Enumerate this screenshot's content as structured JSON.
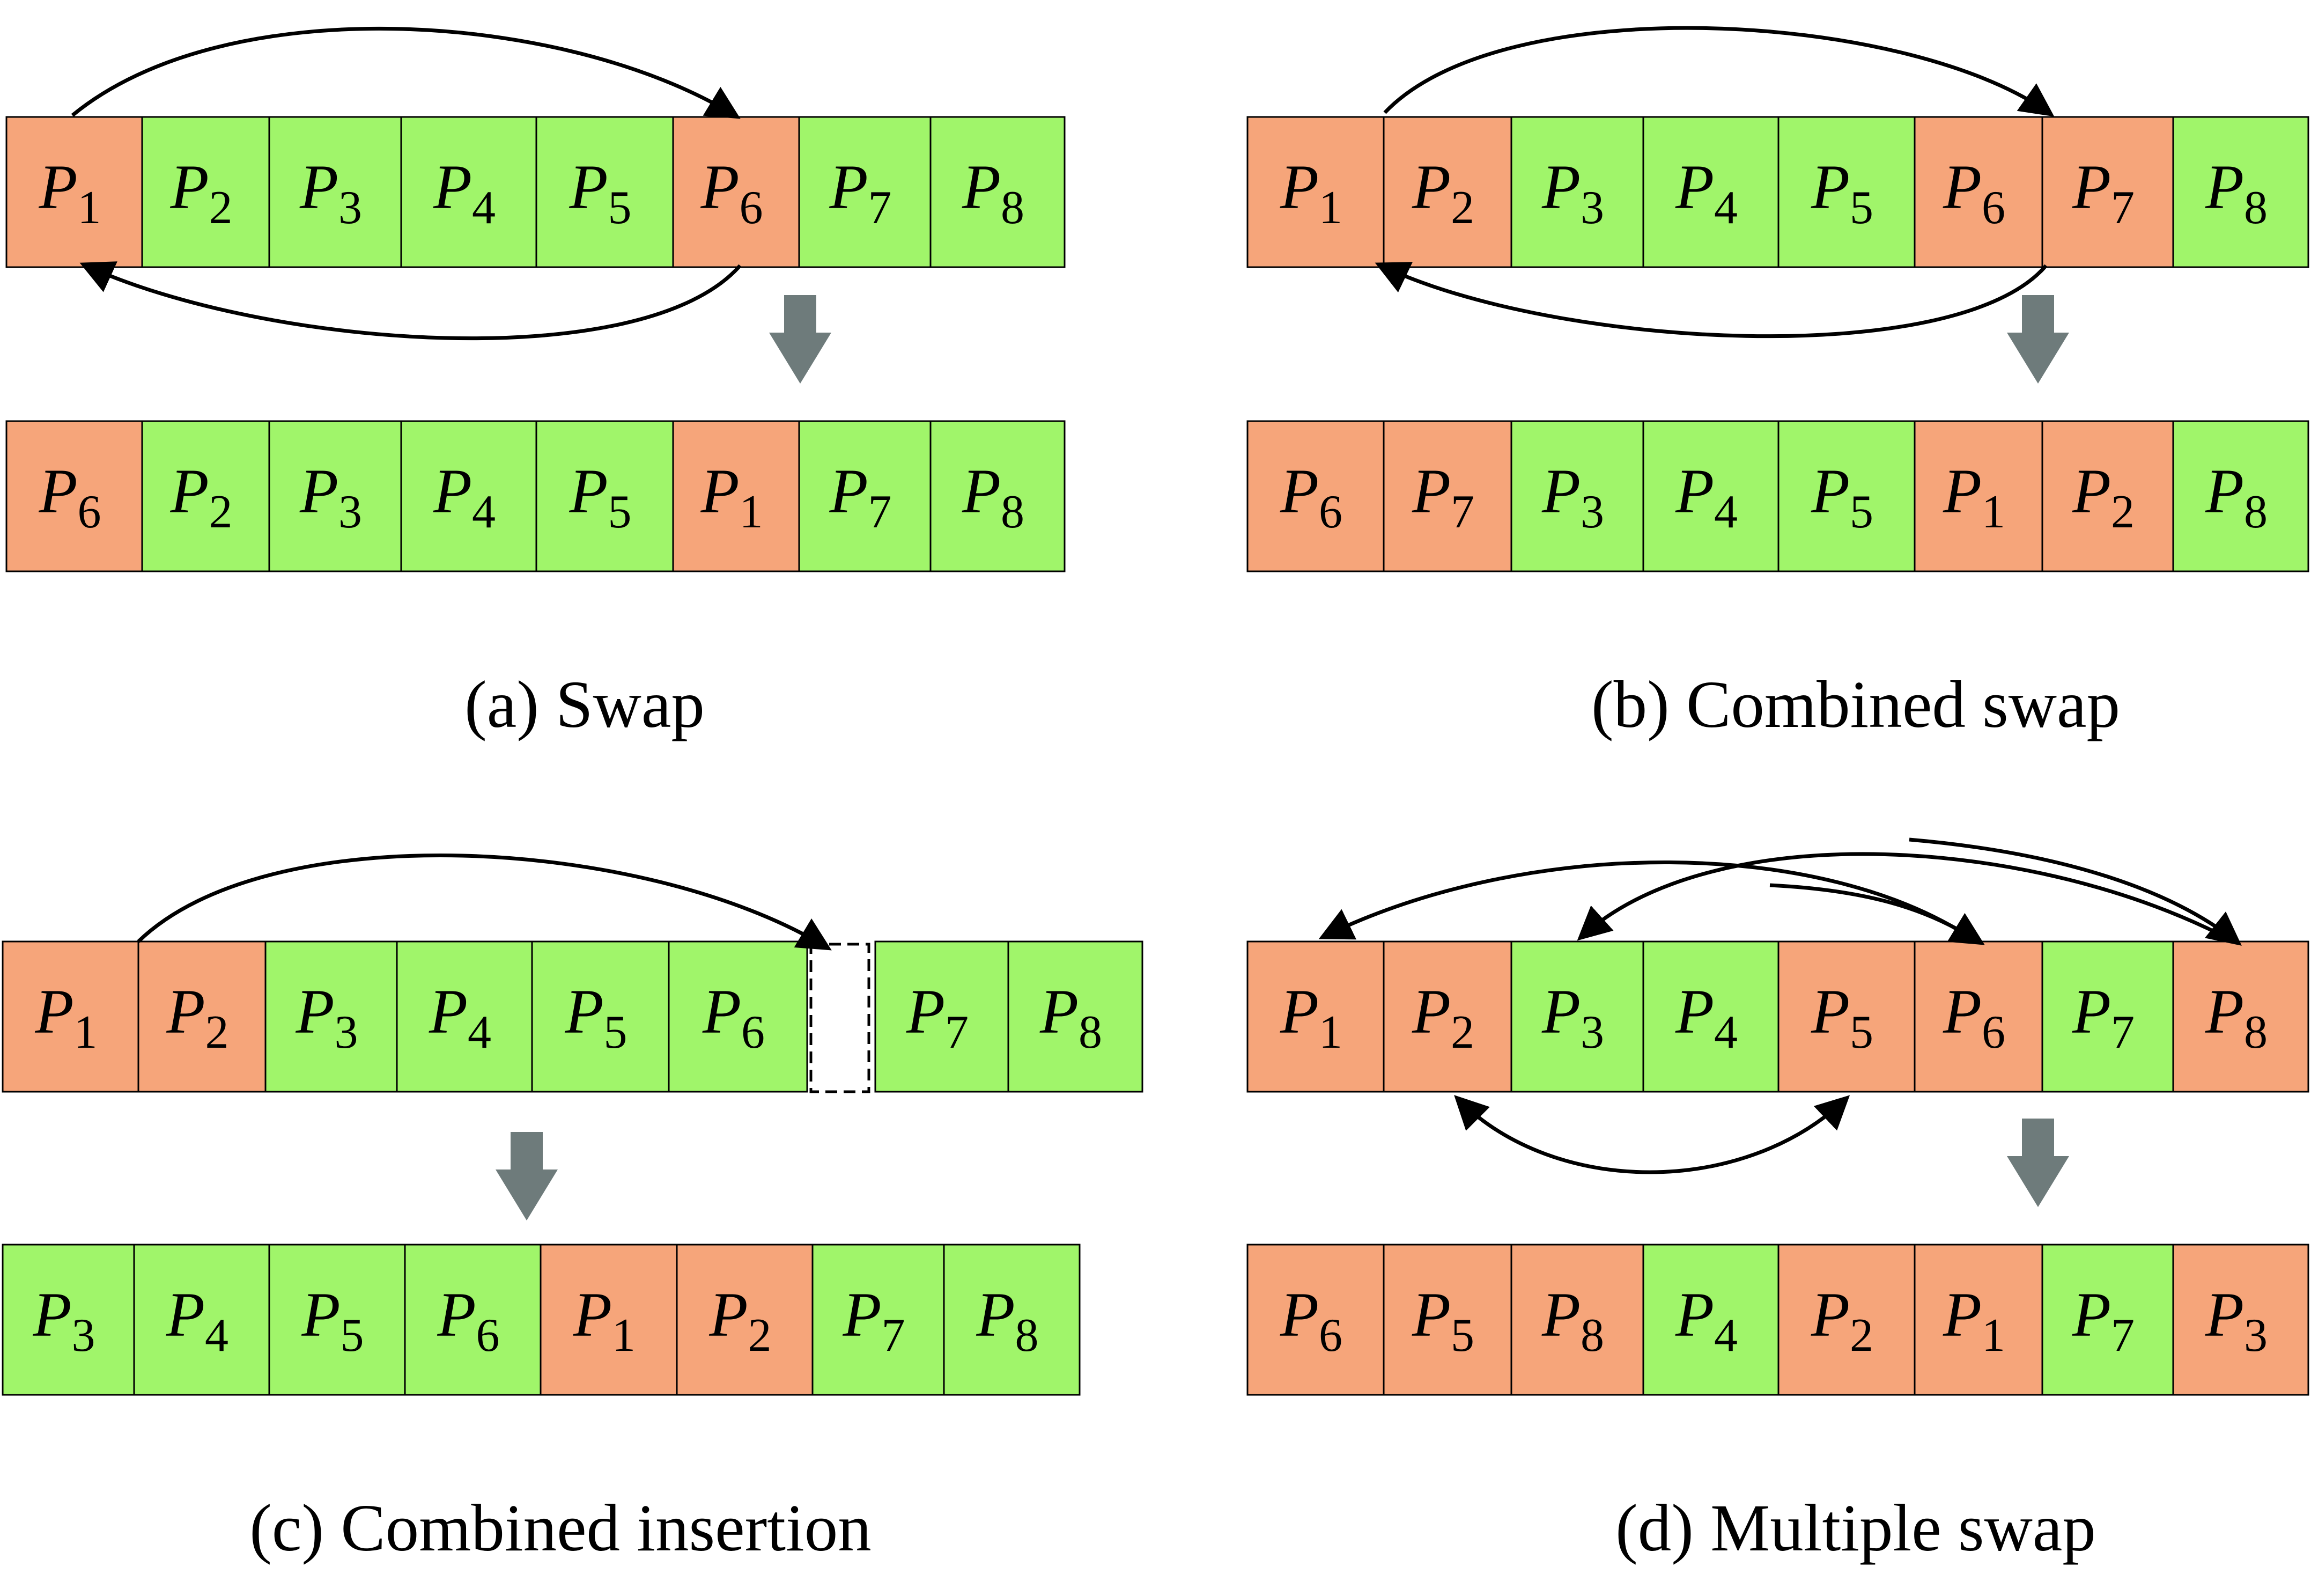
{
  "colors": {
    "highlight": "#F6A57A",
    "normal": "#A0F56A",
    "border": "#000000",
    "down_arrow": "#6E7B7B",
    "slot": "#ffffff"
  },
  "panels": [
    {
      "id": "a",
      "caption": "(a) Swap",
      "top_row": [
        {
          "label": "P",
          "sub": "1",
          "hl": true
        },
        {
          "label": "P",
          "sub": "2",
          "hl": false
        },
        {
          "label": "P",
          "sub": "3",
          "hl": false
        },
        {
          "label": "P",
          "sub": "4",
          "hl": false
        },
        {
          "label": "P",
          "sub": "5",
          "hl": false
        },
        {
          "label": "P",
          "sub": "6",
          "hl": true
        },
        {
          "label": "P",
          "sub": "7",
          "hl": false
        },
        {
          "label": "P",
          "sub": "8",
          "hl": false
        }
      ],
      "bottom_row": [
        {
          "label": "P",
          "sub": "6",
          "hl": true
        },
        {
          "label": "P",
          "sub": "2",
          "hl": false
        },
        {
          "label": "P",
          "sub": "3",
          "hl": false
        },
        {
          "label": "P",
          "sub": "4",
          "hl": false
        },
        {
          "label": "P",
          "sub": "5",
          "hl": false
        },
        {
          "label": "P",
          "sub": "1",
          "hl": true
        },
        {
          "label": "P",
          "sub": "7",
          "hl": false
        },
        {
          "label": "P",
          "sub": "8",
          "hl": false
        }
      ]
    },
    {
      "id": "b",
      "caption": "(b)  Combined swap",
      "top_row": [
        {
          "label": "P",
          "sub": "1",
          "hl": true
        },
        {
          "label": "P",
          "sub": "2",
          "hl": true
        },
        {
          "label": "P",
          "sub": "3",
          "hl": false
        },
        {
          "label": "P",
          "sub": "4",
          "hl": false
        },
        {
          "label": "P",
          "sub": "5",
          "hl": false
        },
        {
          "label": "P",
          "sub": "6",
          "hl": true
        },
        {
          "label": "P",
          "sub": "7",
          "hl": true
        },
        {
          "label": "P",
          "sub": "8",
          "hl": false
        }
      ],
      "bottom_row": [
        {
          "label": "P",
          "sub": "6",
          "hl": true
        },
        {
          "label": "P",
          "sub": "7",
          "hl": true
        },
        {
          "label": "P",
          "sub": "3",
          "hl": false
        },
        {
          "label": "P",
          "sub": "4",
          "hl": false
        },
        {
          "label": "P",
          "sub": "5",
          "hl": false
        },
        {
          "label": "P",
          "sub": "1",
          "hl": true
        },
        {
          "label": "P",
          "sub": "2",
          "hl": true
        },
        {
          "label": "P",
          "sub": "8",
          "hl": false
        }
      ]
    },
    {
      "id": "c",
      "caption": "(c)  Combined insertion",
      "top_row": [
        {
          "label": "P",
          "sub": "1",
          "hl": true
        },
        {
          "label": "P",
          "sub": "2",
          "hl": true
        },
        {
          "label": "P",
          "sub": "3",
          "hl": false
        },
        {
          "label": "P",
          "sub": "4",
          "hl": false
        },
        {
          "label": "P",
          "sub": "5",
          "hl": false
        },
        {
          "label": "P",
          "sub": "6",
          "hl": false
        },
        {
          "label": "P",
          "sub": "7",
          "hl": false
        },
        {
          "label": "P",
          "sub": "8",
          "hl": false
        }
      ],
      "bottom_row": [
        {
          "label": "P",
          "sub": "3",
          "hl": false
        },
        {
          "label": "P",
          "sub": "4",
          "hl": false
        },
        {
          "label": "P",
          "sub": "5",
          "hl": false
        },
        {
          "label": "P",
          "sub": "6",
          "hl": false
        },
        {
          "label": "P",
          "sub": "1",
          "hl": true
        },
        {
          "label": "P",
          "sub": "2",
          "hl": true
        },
        {
          "label": "P",
          "sub": "7",
          "hl": false
        },
        {
          "label": "P",
          "sub": "8",
          "hl": false
        }
      ]
    },
    {
      "id": "d",
      "caption": "(d)  Multiple swap",
      "top_row": [
        {
          "label": "P",
          "sub": "1",
          "hl": true
        },
        {
          "label": "P",
          "sub": "2",
          "hl": true
        },
        {
          "label": "P",
          "sub": "3",
          "hl": false
        },
        {
          "label": "P",
          "sub": "4",
          "hl": false
        },
        {
          "label": "P",
          "sub": "5",
          "hl": true
        },
        {
          "label": "P",
          "sub": "6",
          "hl": true
        },
        {
          "label": "P",
          "sub": "7",
          "hl": false
        },
        {
          "label": "P",
          "sub": "8",
          "hl": true
        }
      ],
      "bottom_row": [
        {
          "label": "P",
          "sub": "6",
          "hl": true
        },
        {
          "label": "P",
          "sub": "5",
          "hl": true
        },
        {
          "label": "P",
          "sub": "8",
          "hl": true
        },
        {
          "label": "P",
          "sub": "4",
          "hl": false
        },
        {
          "label": "P",
          "sub": "2",
          "hl": true
        },
        {
          "label": "P",
          "sub": "1",
          "hl": true
        },
        {
          "label": "P",
          "sub": "7",
          "hl": false
        },
        {
          "label": "P",
          "sub": "3",
          "hl": true
        }
      ]
    }
  ]
}
